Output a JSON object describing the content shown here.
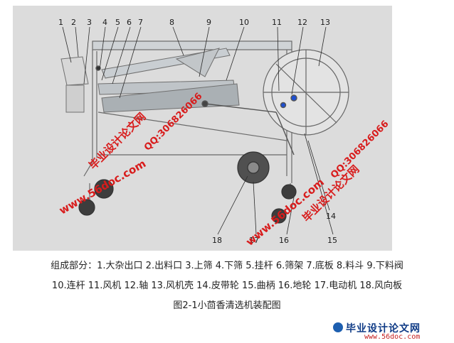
{
  "diagram": {
    "labels": [
      "1",
      "2",
      "3",
      "4",
      "5",
      "6",
      "7",
      "8",
      "9",
      "10",
      "11",
      "12",
      "13",
      "14",
      "15",
      "16",
      "17",
      "18"
    ]
  },
  "caption": {
    "parts_line_1": "组成部分：1.大杂出口 2.出料口 3.上筛 4.下筛 5.挂杆 6.筛架 7.底板 8.料斗 9.下料阀",
    "parts_line_2": "10.连杆 11.风机 12.轴 13.风机壳 14.皮带轮 15.曲柄 16.地轮 17.电动机 18.风向板",
    "figure_title": "图2-1小茴香清选机装配图"
  },
  "watermarks": {
    "site_name": "毕业设计论文网",
    "url": "www.56doc.com",
    "qq": "QQ:306826066"
  },
  "footer": {
    "brand": "毕业设计论文网",
    "url": "www.56doc.com"
  },
  "colors": {
    "panel_background": "#dcdcdc",
    "watermark_red": "#d81c1c",
    "watermark_blue": "#1b3aa8",
    "part_accent_blue": "#1f4fd0"
  }
}
